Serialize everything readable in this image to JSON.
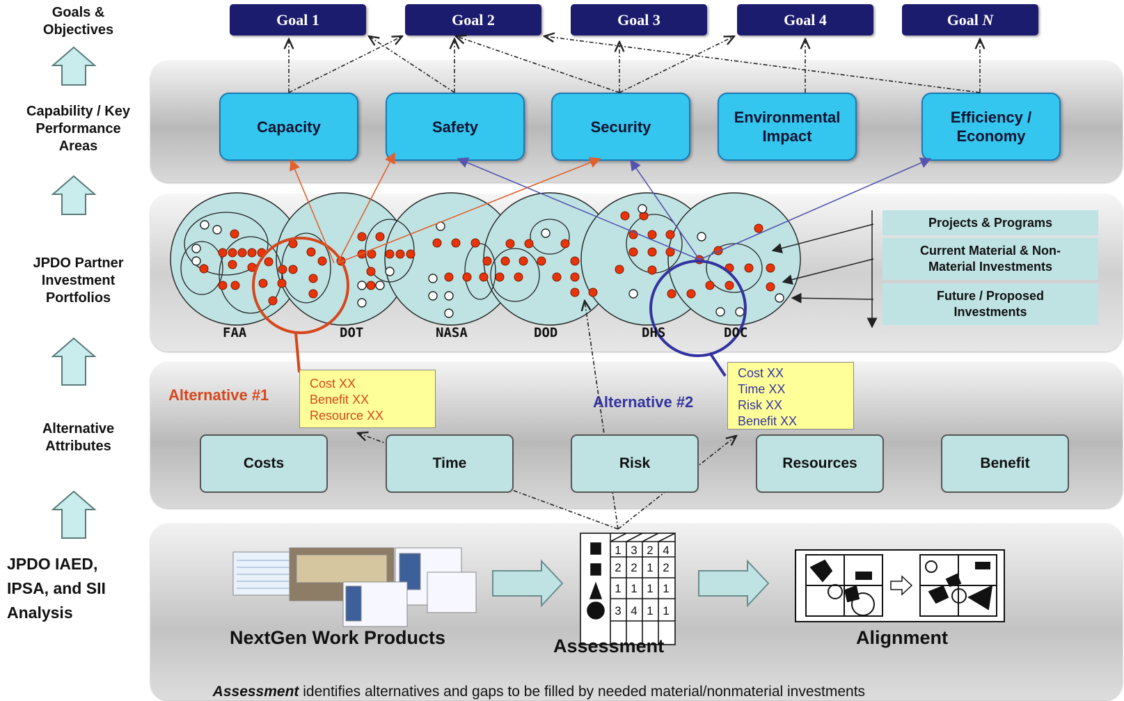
{
  "left_labels": {
    "goals": "Goals &\nObjectives",
    "capability": "Capability / Key\nPerformance\nAreas",
    "portfolios": "JPDO Partner\nInvestment\nPortfolios",
    "attributes": "Alternative\nAttributes",
    "analysis": "JPDO IAED,\nIPSA, and SII\nAnalysis"
  },
  "goals": [
    "Goal 1",
    "Goal 2",
    "Goal 3",
    "Goal 4",
    "Goal "
  ],
  "goal_n": "N",
  "performance_areas": [
    "Capacity",
    "Safety",
    "Security",
    "Environmental\nImpact",
    "Efficiency /\nEconomy"
  ],
  "portfolios": [
    "FAA",
    "DOT",
    "NASA",
    "DOD",
    "DHS",
    "DOC"
  ],
  "legend": [
    "Projects & Programs",
    "Current Material & Non-\nMaterial Investments",
    "Future / Proposed\nInvestments"
  ],
  "alternative1": {
    "label": "Alternative #1",
    "color": "#d5471c",
    "lines": [
      "Cost XX",
      "Benefit XX",
      "Resource XX"
    ]
  },
  "alternative2": {
    "label": "Alternative #2",
    "color": "#3333a0",
    "lines": [
      "Cost XX",
      "Time XX",
      "Risk XX",
      "Benefit XX"
    ]
  },
  "attributes": [
    "Costs",
    "Time",
    "Risk",
    "Resources",
    "Benefit"
  ],
  "assessment_table": [
    [
      "1",
      "3",
      "2",
      "4"
    ],
    [
      "2",
      "2",
      "1",
      "2"
    ],
    [
      "1",
      "1",
      "1",
      "1"
    ],
    [
      "3",
      "4",
      "1",
      "1"
    ]
  ],
  "captions": {
    "work_products": "NextGen Work Products",
    "assessment": "Assessment",
    "alignment": "Alignment"
  },
  "footer": {
    "emphasis": "Assessment",
    "rest": " identifies alternatives and gaps to be filled by needed material/nonmaterial investments"
  },
  "colors": {
    "goal_box": "#1c1c6e",
    "kpa_box": "#34c6ef",
    "attribute_box": "#bfe3e3",
    "note_box": "#ffff99",
    "investment_dot": "#e8340a"
  }
}
